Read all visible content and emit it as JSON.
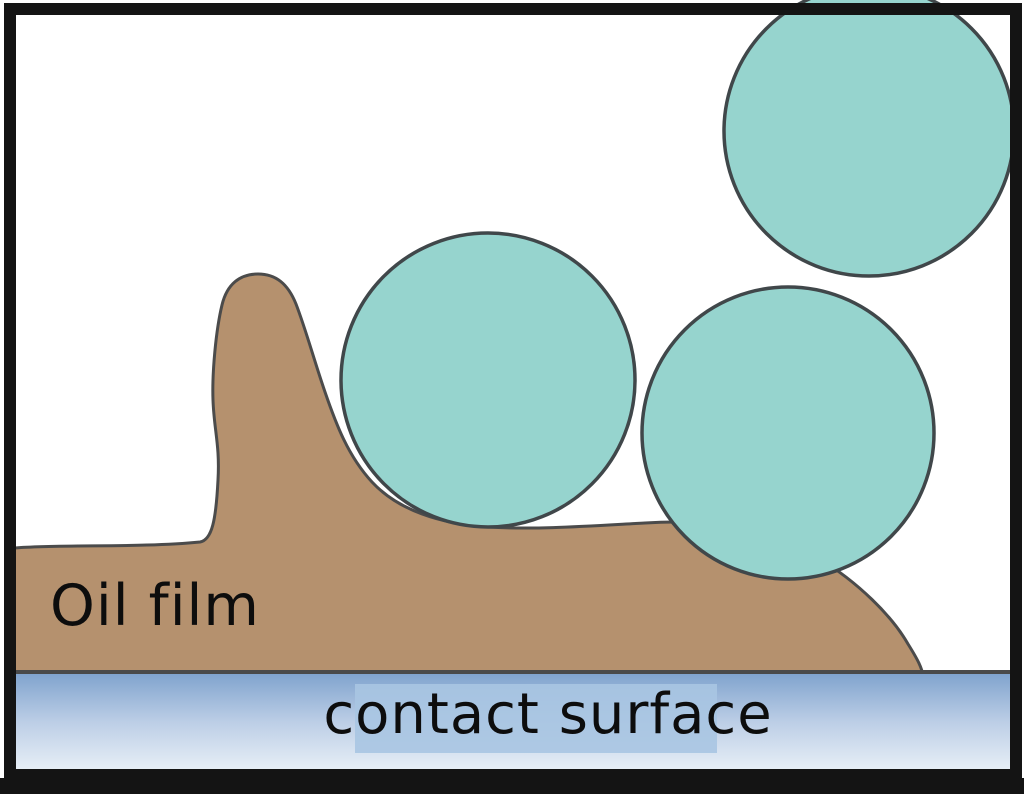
{
  "diagram": {
    "labels": {
      "oil_film": "Oil film",
      "contact_surface": "contact surface"
    },
    "particles": {
      "count": "3",
      "shape": "circle"
    },
    "colors": {
      "background": "#ffffff",
      "oil_film_fill": "#b5916e",
      "oil_film_outline": "#4b4b4b",
      "particle_fill": "#96d4ce",
      "particle_outline": "#40474a",
      "surface_line": "#4a4a4a",
      "surface_gradient_top": "#7ea2cd",
      "surface_gradient_mid": "#bccee6",
      "surface_gradient_bottom": "#e9f0f7",
      "label_highlight_box": "#a9c5e2",
      "frame": "#141414"
    }
  }
}
